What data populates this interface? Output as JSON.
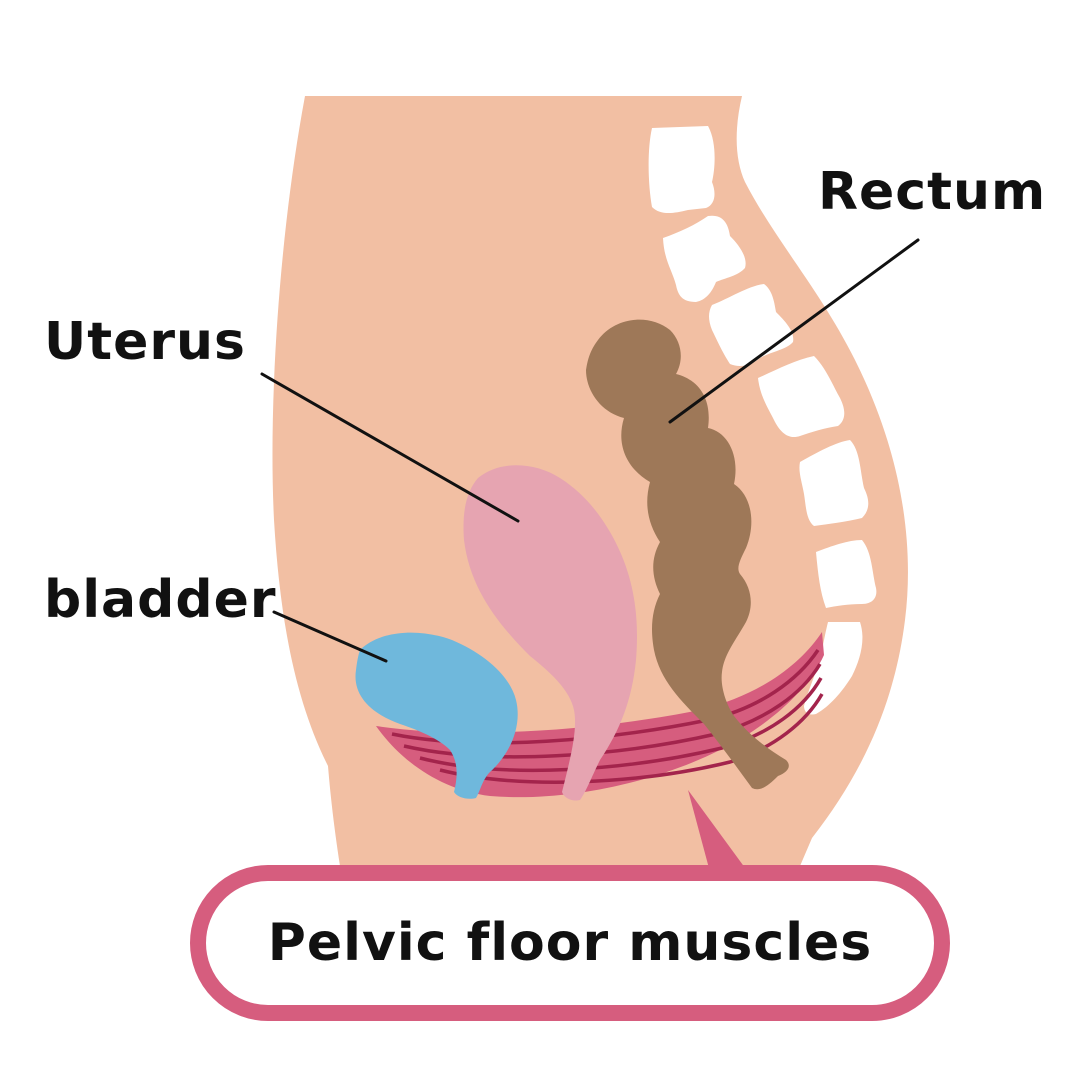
{
  "labels": {
    "rectum": "Rectum",
    "uterus": "Uterus",
    "bladder": "bladder"
  },
  "caption": "Pelvic floor muscles",
  "colors": {
    "skin": "#f2bfa3",
    "rectum": "#9e7858",
    "uterus": "#e6a4b1",
    "bladder": "#6fb8dc",
    "muscle": "#d65d7e",
    "muscle_stripe": "#a3244c",
    "bone": "#ffffff",
    "caption_border": "#d65d7e",
    "leader_line": "#111111"
  }
}
